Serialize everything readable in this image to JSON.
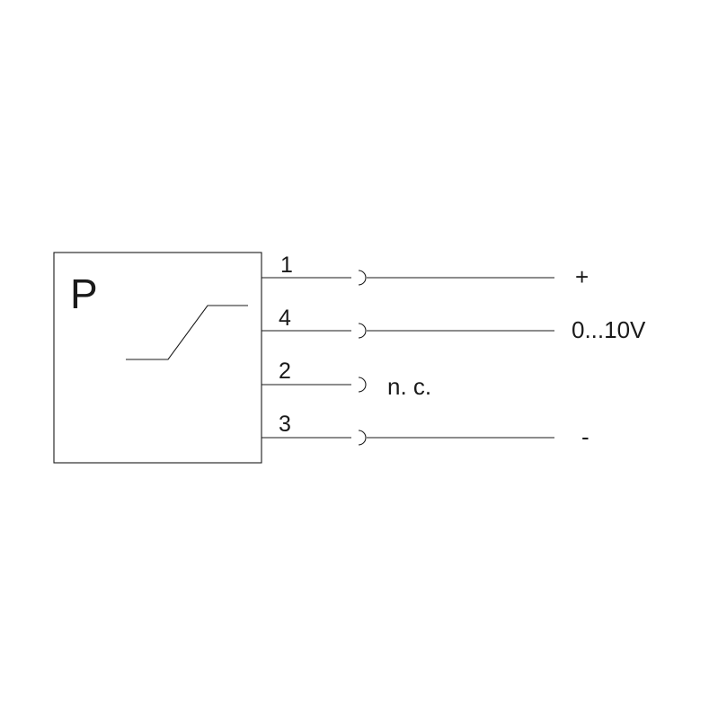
{
  "sensor": {
    "symbol": "P"
  },
  "pins": [
    {
      "number": "1",
      "signal": "+",
      "connected": true
    },
    {
      "number": "4",
      "signal": "0...10V",
      "connected": true
    },
    {
      "number": "2",
      "signal": "n. c.",
      "connected": false
    },
    {
      "number": "3",
      "signal": "-",
      "connected": true
    }
  ],
  "colors": {
    "line": "#1a1a1a",
    "background": "#ffffff"
  }
}
